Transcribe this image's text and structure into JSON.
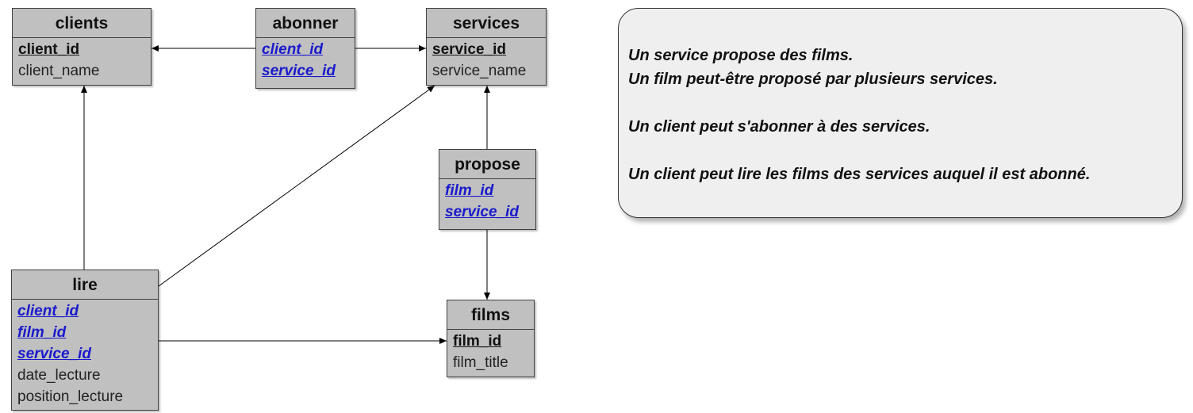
{
  "entities": {
    "clients": {
      "title": "clients",
      "attrs": [
        "client_id",
        "client_name"
      ]
    },
    "abonner": {
      "title": "abonner",
      "attrs": [
        "client_id",
        "service_id"
      ]
    },
    "services": {
      "title": "services",
      "attrs": [
        "service_id",
        "service_name"
      ]
    },
    "propose": {
      "title": "propose",
      "attrs": [
        "film_id",
        "service_id"
      ]
    },
    "lire": {
      "title": "lire",
      "attrs": [
        "client_id",
        "film_id",
        "service_id",
        "date_lecture",
        "position_lecture"
      ]
    },
    "films": {
      "title": "films",
      "attrs": [
        "film_id",
        "film_title"
      ]
    }
  },
  "note": {
    "lines": [
      "Un service propose des films.",
      "Un film peut-être proposé par plusieurs services.",
      "Un client peut s'abonner à des services.",
      "Un client peut lire les films des services auquel il est abonné."
    ]
  },
  "colors": {
    "entity_fill": "#c0c0c0",
    "foreign_key": "#1a1acc",
    "note_fill": "#efefef"
  }
}
